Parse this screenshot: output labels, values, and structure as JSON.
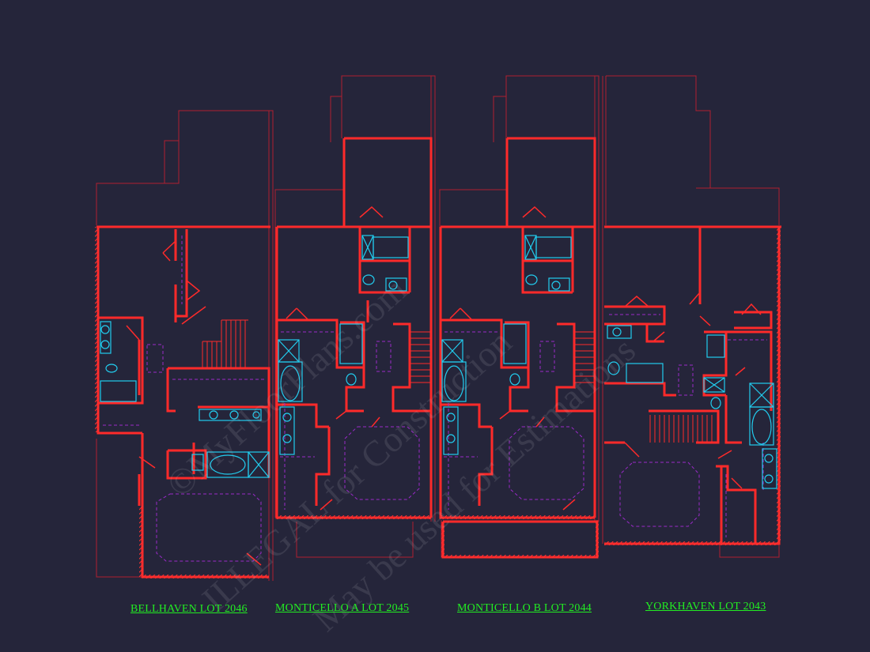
{
  "units": [
    {
      "label": "BELLHAVEN LOT 2046"
    },
    {
      "label": "MONTICELLO A LOT 2045"
    },
    {
      "label": "MONTICELLO B LOT 2044"
    },
    {
      "label": "YORKHAVEN LOT 2043"
    }
  ],
  "watermark": {
    "line1": "©MyFloorPlans.com",
    "line2": "ILLEGAL for Construction",
    "line3": "May be used for Estimations"
  },
  "colors": {
    "background": "#25253a",
    "walls": "#ff2a2a",
    "outline": "#b02030",
    "fixtures": "#22ccee",
    "dashed": "#9a2ac8",
    "label": "#22ee22"
  }
}
